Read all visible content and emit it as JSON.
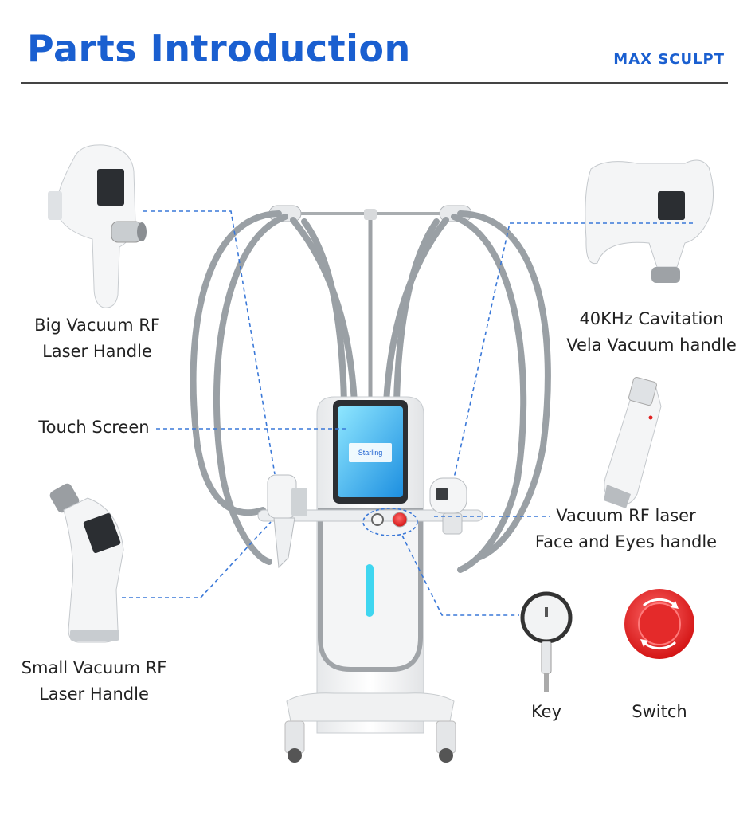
{
  "header": {
    "title": "Parts Introduction",
    "brand": "MAX SCULPT"
  },
  "labels": {
    "big_handle_line1": "Big Vacuum RF",
    "big_handle_line2": "Laser Handle",
    "cavitation_line1": "40KHz Cavitation",
    "cavitation_line2": "Vela Vacuum handle",
    "touch_screen": "Touch Screen",
    "face_eyes_line1": "Vacuum RF laser",
    "face_eyes_line2": "Face and Eyes handle",
    "small_handle_line1": "Small Vacuum RF",
    "small_handle_line2": "Laser Handle",
    "key": "Key",
    "switch": "Switch"
  },
  "screen": {
    "brand_text": "Starling"
  },
  "colors": {
    "accent": "#1a5fd0",
    "dash": "#3a78d8",
    "tube": "#9aa0a5",
    "glow": "#3fd6f0",
    "switch_red": "#e02020"
  }
}
